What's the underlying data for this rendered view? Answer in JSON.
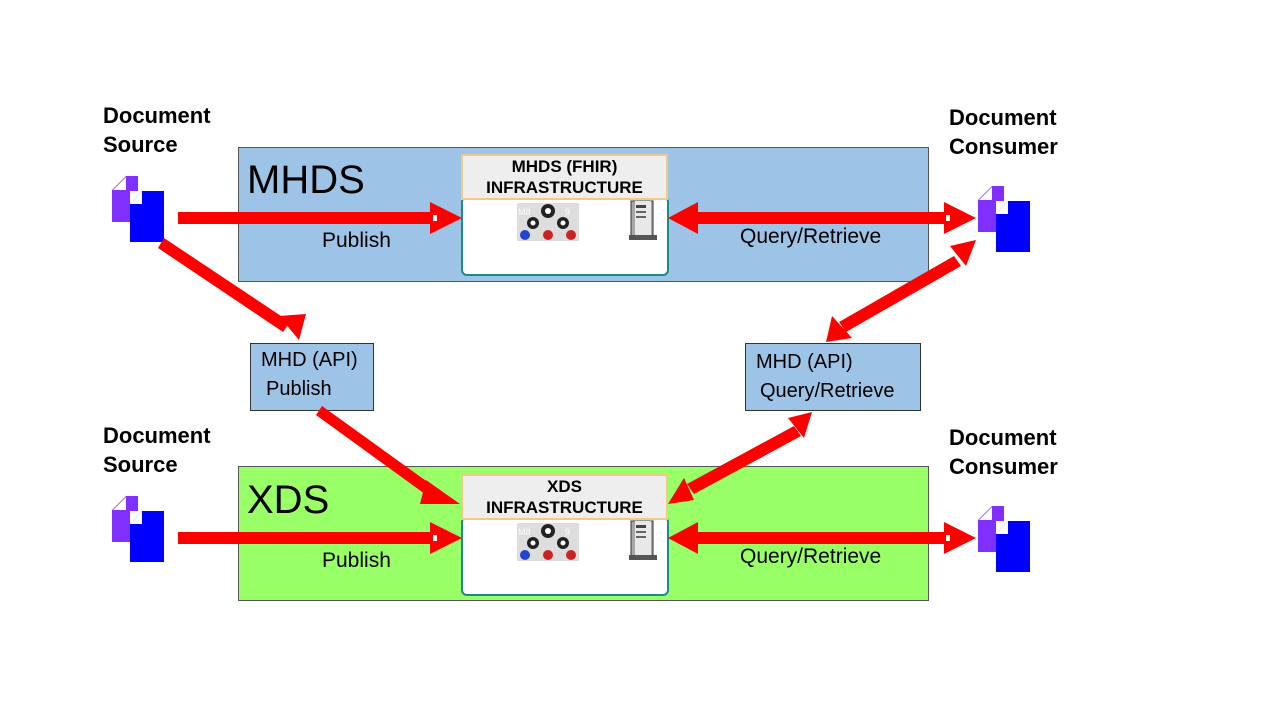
{
  "top": {
    "source_label": "Document\nSource",
    "consumer_label": "Document\nConsumer",
    "region_title": "MHDS",
    "infra_label_line1": "MHDS (FHIR)",
    "infra_label_line2": "INFRASTRUCTURE",
    "publish_label": "Publish",
    "query_label": "Query/Retrieve",
    "region_color": "#9dc3e6"
  },
  "middle": {
    "left_box_line1": "MHD (API)",
    "left_box_line2": "Publish",
    "right_box_line1": "MHD (API)",
    "right_box_line2": "Query/Retrieve"
  },
  "bottom": {
    "source_label": "Document\nSource",
    "consumer_label": "Document\nConsumer",
    "region_title": "XDS",
    "infra_label_line1": "XDS",
    "infra_label_line2": "INFRASTRUCTURE",
    "publish_label": "Publish",
    "query_label": "Query/Retrieve",
    "region_color": "#99ff66"
  },
  "icons": {
    "document": "document-icon",
    "server": "server-icon",
    "gears": "gears-icon"
  },
  "colors": {
    "arrow": "#ff0000",
    "document_front": "#0000ff",
    "document_back": "#7f2fff"
  }
}
